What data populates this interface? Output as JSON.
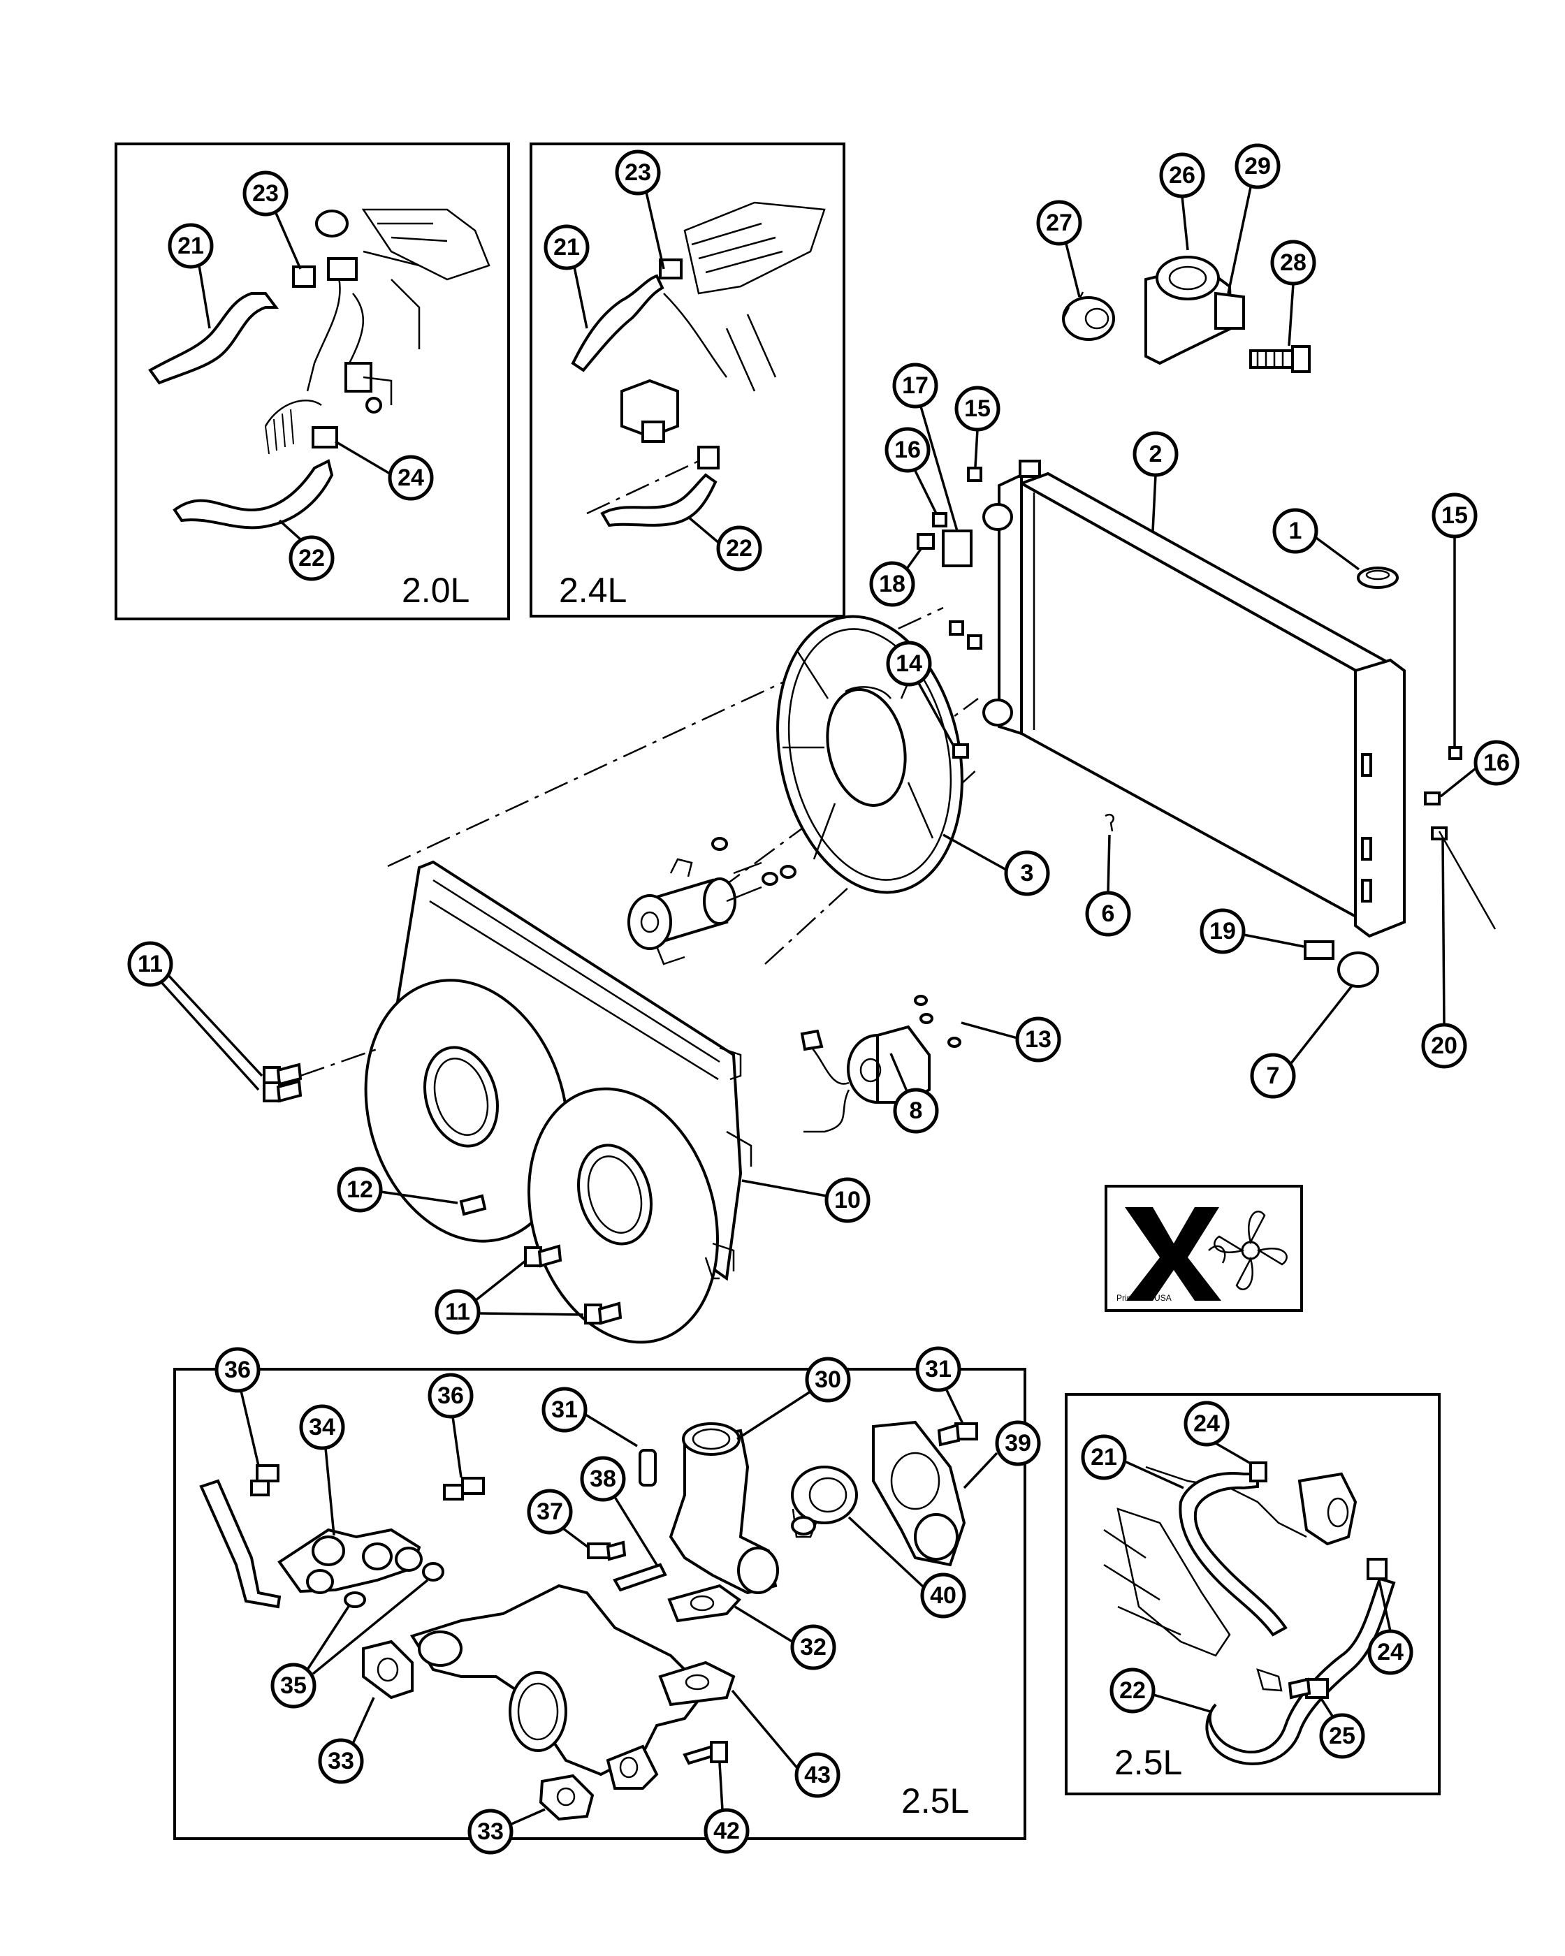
{
  "panels": {
    "engine_20": "2.0L",
    "engine_24": "2.4L",
    "engine_25_lower": "2.5L",
    "engine_25_right": "2.5L"
  },
  "labels_box": {
    "caption": "Printed in USA"
  },
  "callouts": {
    "c1": "1",
    "c2": "2",
    "c3": "3",
    "c6": "6",
    "c7": "7",
    "c8": "8",
    "c10": "10",
    "c11a": "11",
    "c11b": "11",
    "c12": "12",
    "c13": "13",
    "c14": "14",
    "c15a": "15",
    "c15b": "15",
    "c16a": "16",
    "c16b": "16",
    "c17": "17",
    "c18": "18",
    "c19": "19",
    "c20": "20",
    "p20_21": "21",
    "p20_22": "22",
    "p20_23": "23",
    "p20_24": "24",
    "p24_21": "21",
    "p24_22": "22",
    "p24_23": "23",
    "c26": "26",
    "c27": "27",
    "c28": "28",
    "c29": "29",
    "l30": "30",
    "l31a": "31",
    "l31b": "31",
    "l32": "32",
    "l33a": "33",
    "l33b": "33",
    "l34": "34",
    "l35": "35",
    "l36a": "36",
    "l36b": "36",
    "l37": "37",
    "l38": "38",
    "l39": "39",
    "l40": "40",
    "l42": "42",
    "l43": "43",
    "r21": "21",
    "r22": "22",
    "r24a": "24",
    "r24b": "24",
    "r25": "25"
  }
}
